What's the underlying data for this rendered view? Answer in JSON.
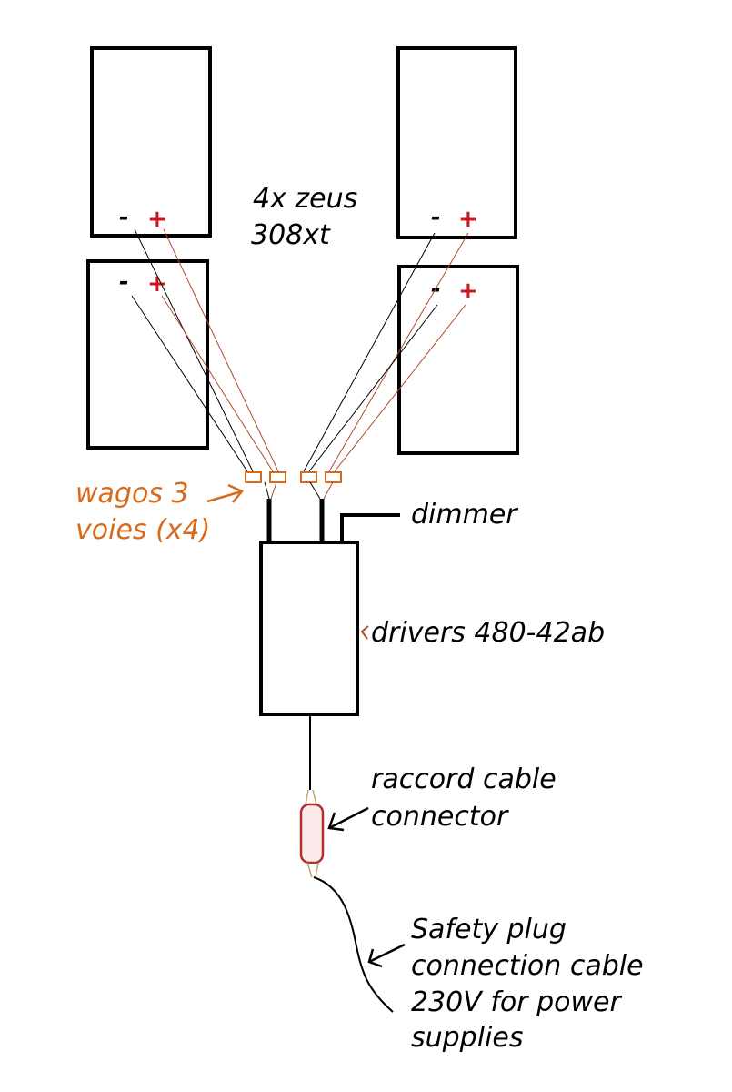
{
  "panels": [
    {
      "minus": "-",
      "plus": "+"
    },
    {
      "minus": "-",
      "plus": "+"
    },
    {
      "minus": "-",
      "plus": "+"
    },
    {
      "minus": "-",
      "plus": "+"
    }
  ],
  "labels": {
    "panels_line1": "4x zeus",
    "panels_line2": "308xt",
    "wagos_line1": "wagos 3",
    "wagos_line2": "voies (x4)",
    "dimmer": "dimmer",
    "drivers": "drivers 480-42ab",
    "connector_line1": "raccord cable",
    "connector_line2": "connector",
    "plug_line1": "Safety plug",
    "plug_line2": "connection cable",
    "plug_line3": "230V for power",
    "plug_line4": "supplies"
  },
  "colors": {
    "ink": "#000000",
    "plus": "#d4141c",
    "wire_red": "#b24a2c",
    "wago": "#d86a1e",
    "connector": "#b03030",
    "connector_fill": "#fbeaea"
  }
}
